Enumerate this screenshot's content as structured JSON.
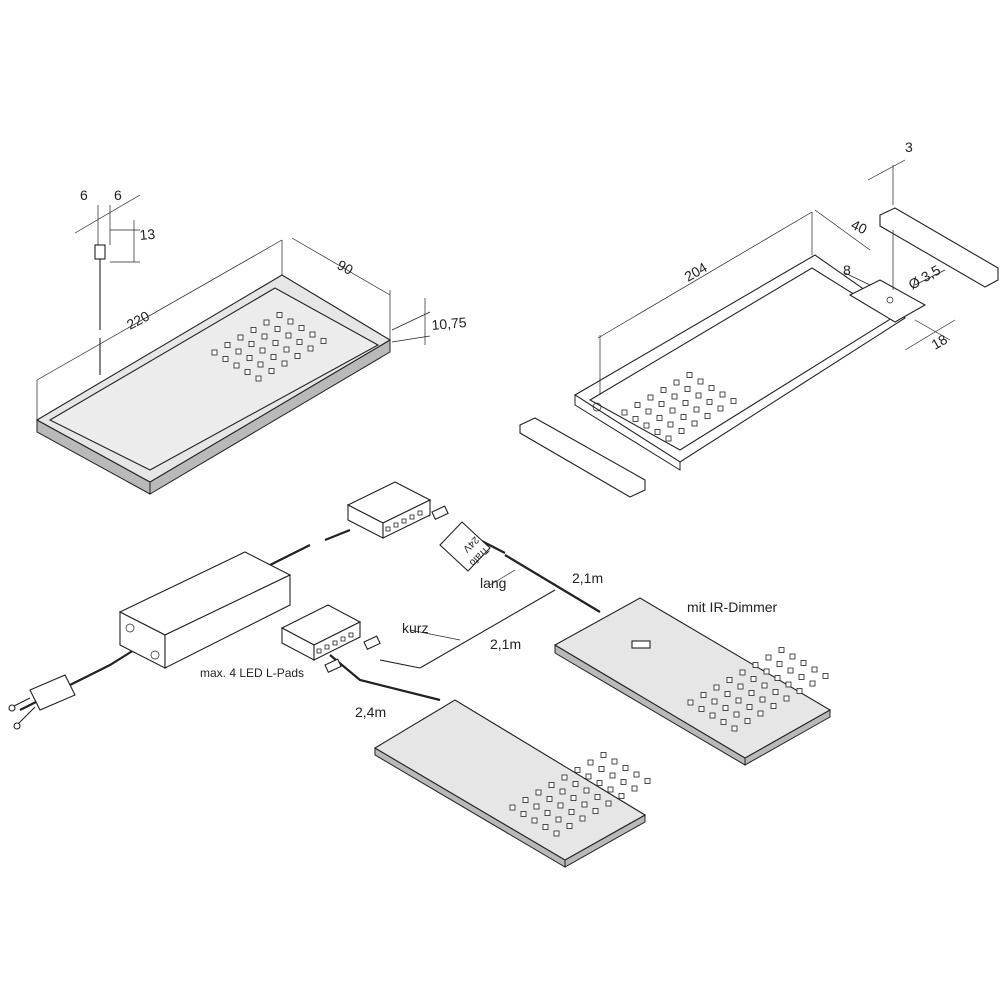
{
  "dimensions": {
    "panel_a": {
      "width_left": "6",
      "width_right": "6",
      "height_connector": "13",
      "length": "220",
      "depth": "90",
      "thickness": "10,75"
    },
    "panel_b": {
      "clip_thickness": "3",
      "depth": "40",
      "length": "204",
      "slot": "8",
      "hole": "Ø 3,5",
      "clip_width": "18"
    }
  },
  "labels": {
    "trafo_line1": "Trafo",
    "trafo_line2": "24V",
    "lang": "lang",
    "cable_long": "2,1m",
    "ir_dimmer": "mit IR-Dimmer",
    "kurz": "kurz",
    "cable_short": "2,1m",
    "max_pads": "max. 4 LED L-Pads",
    "cable_bottom": "2,4m"
  },
  "colors": {
    "line": "#222222",
    "face": "#e6e6e6",
    "edge": "#b9b9b9"
  }
}
